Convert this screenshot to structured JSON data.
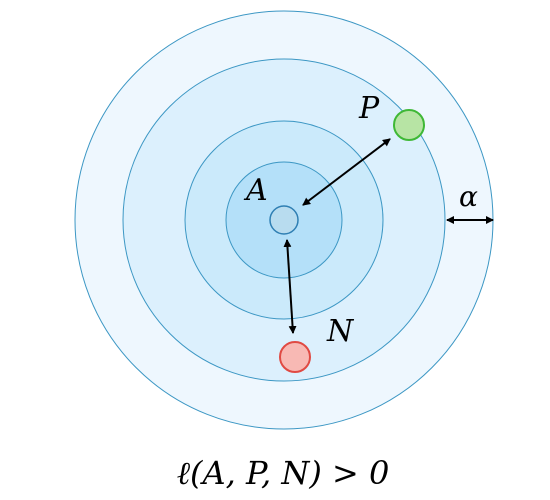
{
  "labels": {
    "anchor": "A",
    "positive": "P",
    "negative": "N",
    "margin": "α"
  },
  "formula": "ℓ(A, P, N) > 0",
  "colors": {
    "ring_outer": "#eef7fe",
    "ring_2": "#dcf0fd",
    "ring_3": "#cbeafb",
    "ring_4": "#b4e0f9",
    "ring_inner": "#a4dcf8",
    "ring_stroke": "#3c97c4",
    "anchor_fill": "#b8dcef",
    "anchor_stroke": "#2f7fb3",
    "positive_fill": "#b7e4a4",
    "positive_stroke": "#3fb836",
    "negative_fill": "#f8b9b4",
    "negative_stroke": "#e04a43",
    "arrow": "#000000"
  }
}
